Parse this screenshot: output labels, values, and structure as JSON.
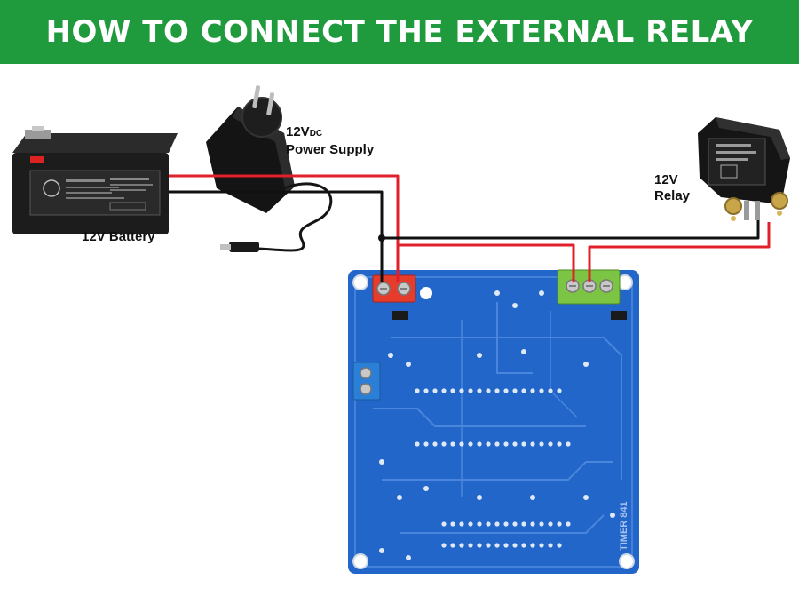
{
  "header": {
    "title": "HOW TO CONNECT THE EXTERNAL RELAY"
  },
  "labels": {
    "power_supply_volts": "12V",
    "power_supply_unit": "DC",
    "power_supply_text": "Power Supply",
    "battery": "12V Battery",
    "relay_line1": "12V",
    "relay_line2": "Relay"
  },
  "pcb_text": {
    "board_name": "TIMER 841"
  },
  "colors": {
    "header_green": "#1f9a3c",
    "pcb_blue": "#2266c9",
    "wire_red": "#e0202a",
    "wire_black": "#111111",
    "terminal_red": "#e63c2c",
    "terminal_green": "#7cc444"
  }
}
